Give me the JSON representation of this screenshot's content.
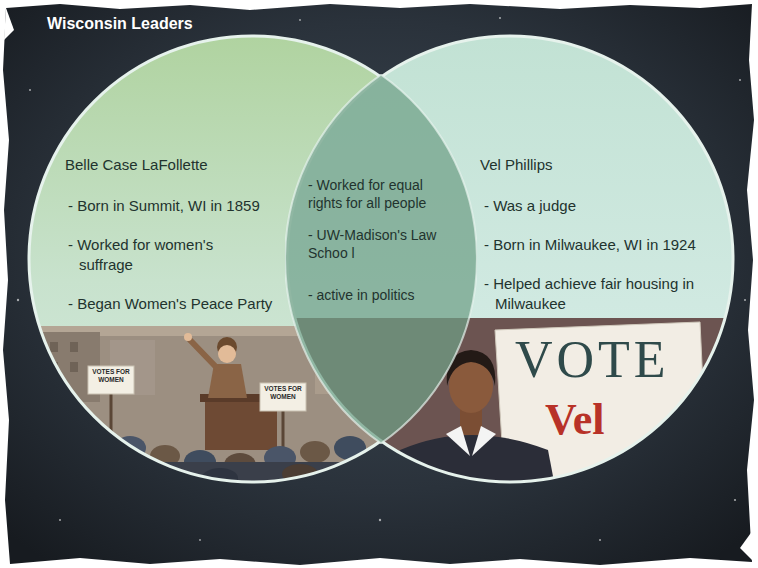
{
  "diagram": {
    "title": "Wisconsin Leaders",
    "nodes": [
      {
        "text": [
          "Belle Case LaFollette",
          "- Born in Summit, WI in 1859",
          "- Worked for women's suffrage",
          "- Began Women's Peace Party"
        ]
      },
      {
        "text": [
          "Vel Phillips",
          "- Was a judge",
          "- Born in Milwaukee, WI in 1924",
          "- Helped achieve fair housing in Milwaukee"
        ]
      },
      {
        "text": [
          "- Worked for equal rights for all people",
          "- UW-Madison's Law Schoo l",
          "- active in politics"
        ]
      }
    ],
    "labels": [
      "VOTES FOR WOMEN",
      "VOTES FOR WOMEN",
      "VOTE",
      "Vel"
    ]
  }
}
